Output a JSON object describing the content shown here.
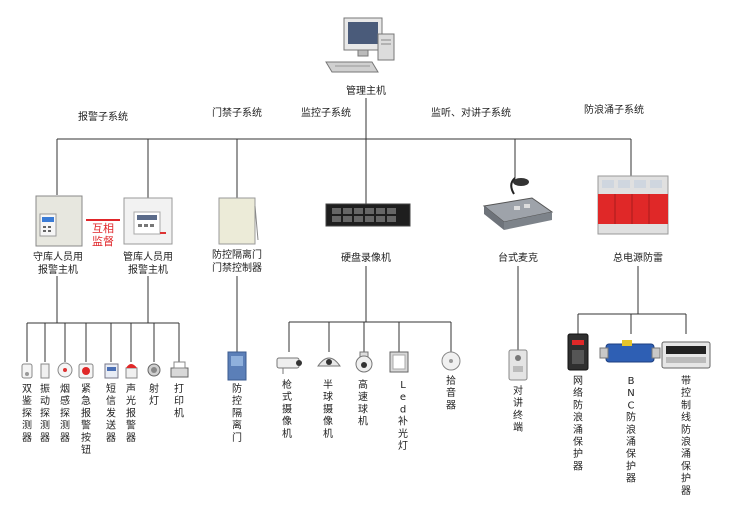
{
  "top": {
    "label": "管理主机"
  },
  "subsystems": [
    {
      "key": "alarm",
      "label": "报警子系统"
    },
    {
      "key": "access",
      "label": "门禁子系统"
    },
    {
      "key": "monitor",
      "label": "监控子系统"
    },
    {
      "key": "listen",
      "label": "监听、对讲子系统"
    },
    {
      "key": "surge",
      "label": "防浪涌子系统"
    }
  ],
  "mutual_label": [
    "互相",
    "监督"
  ],
  "hosts": {
    "alarm_guard": [
      "守库人员用",
      "报警主机"
    ],
    "alarm_manager": [
      "管库人员用",
      "报警主机"
    ],
    "access_ctrl": [
      "防控隔离门",
      "门禁控制器"
    ],
    "nvr": "硬盘录像机",
    "console": "台式麦克",
    "power_surge": "总电源防雷"
  },
  "devices": {
    "alarm": [
      {
        "icon": "dual-detector-icon",
        "label": "双鉴探测器"
      },
      {
        "icon": "vibration-detector-icon",
        "label": "振动探测器"
      },
      {
        "icon": "smoke-detector-icon",
        "label": "烟感探测器"
      },
      {
        "icon": "panic-button-icon",
        "label": "紧急报警按钮"
      },
      {
        "icon": "sms-sender-icon",
        "label": "短信发送器"
      },
      {
        "icon": "strobe-siren-icon",
        "label": "声光报警器"
      },
      {
        "icon": "spotlight-icon",
        "label": "射灯"
      },
      {
        "icon": "printer-icon",
        "label": "打印机"
      }
    ],
    "access": [
      {
        "icon": "isolation-door-icon",
        "label": "防控隔离门"
      }
    ],
    "monitor": [
      {
        "icon": "bullet-camera-icon",
        "label": "枪式摄像机"
      },
      {
        "icon": "dome-camera-icon",
        "label": "半球摄像机"
      },
      {
        "icon": "speed-dome-icon",
        "label": "高速球机"
      },
      {
        "icon": "led-fill-light-icon",
        "label": "Led补光灯"
      },
      {
        "icon": "pickup-icon",
        "label": "拾音器"
      }
    ],
    "listen": [
      {
        "icon": "intercom-terminal-icon",
        "label": "对讲终端"
      }
    ],
    "surge": [
      {
        "icon": "network-surge-icon",
        "label": "网络防浪涌保护器"
      },
      {
        "icon": "bnc-surge-icon",
        "label": "BNC防浪涌保护器"
      },
      {
        "icon": "control-line-surge-icon",
        "label": "带控制线防浪涌保护器"
      }
    ]
  }
}
